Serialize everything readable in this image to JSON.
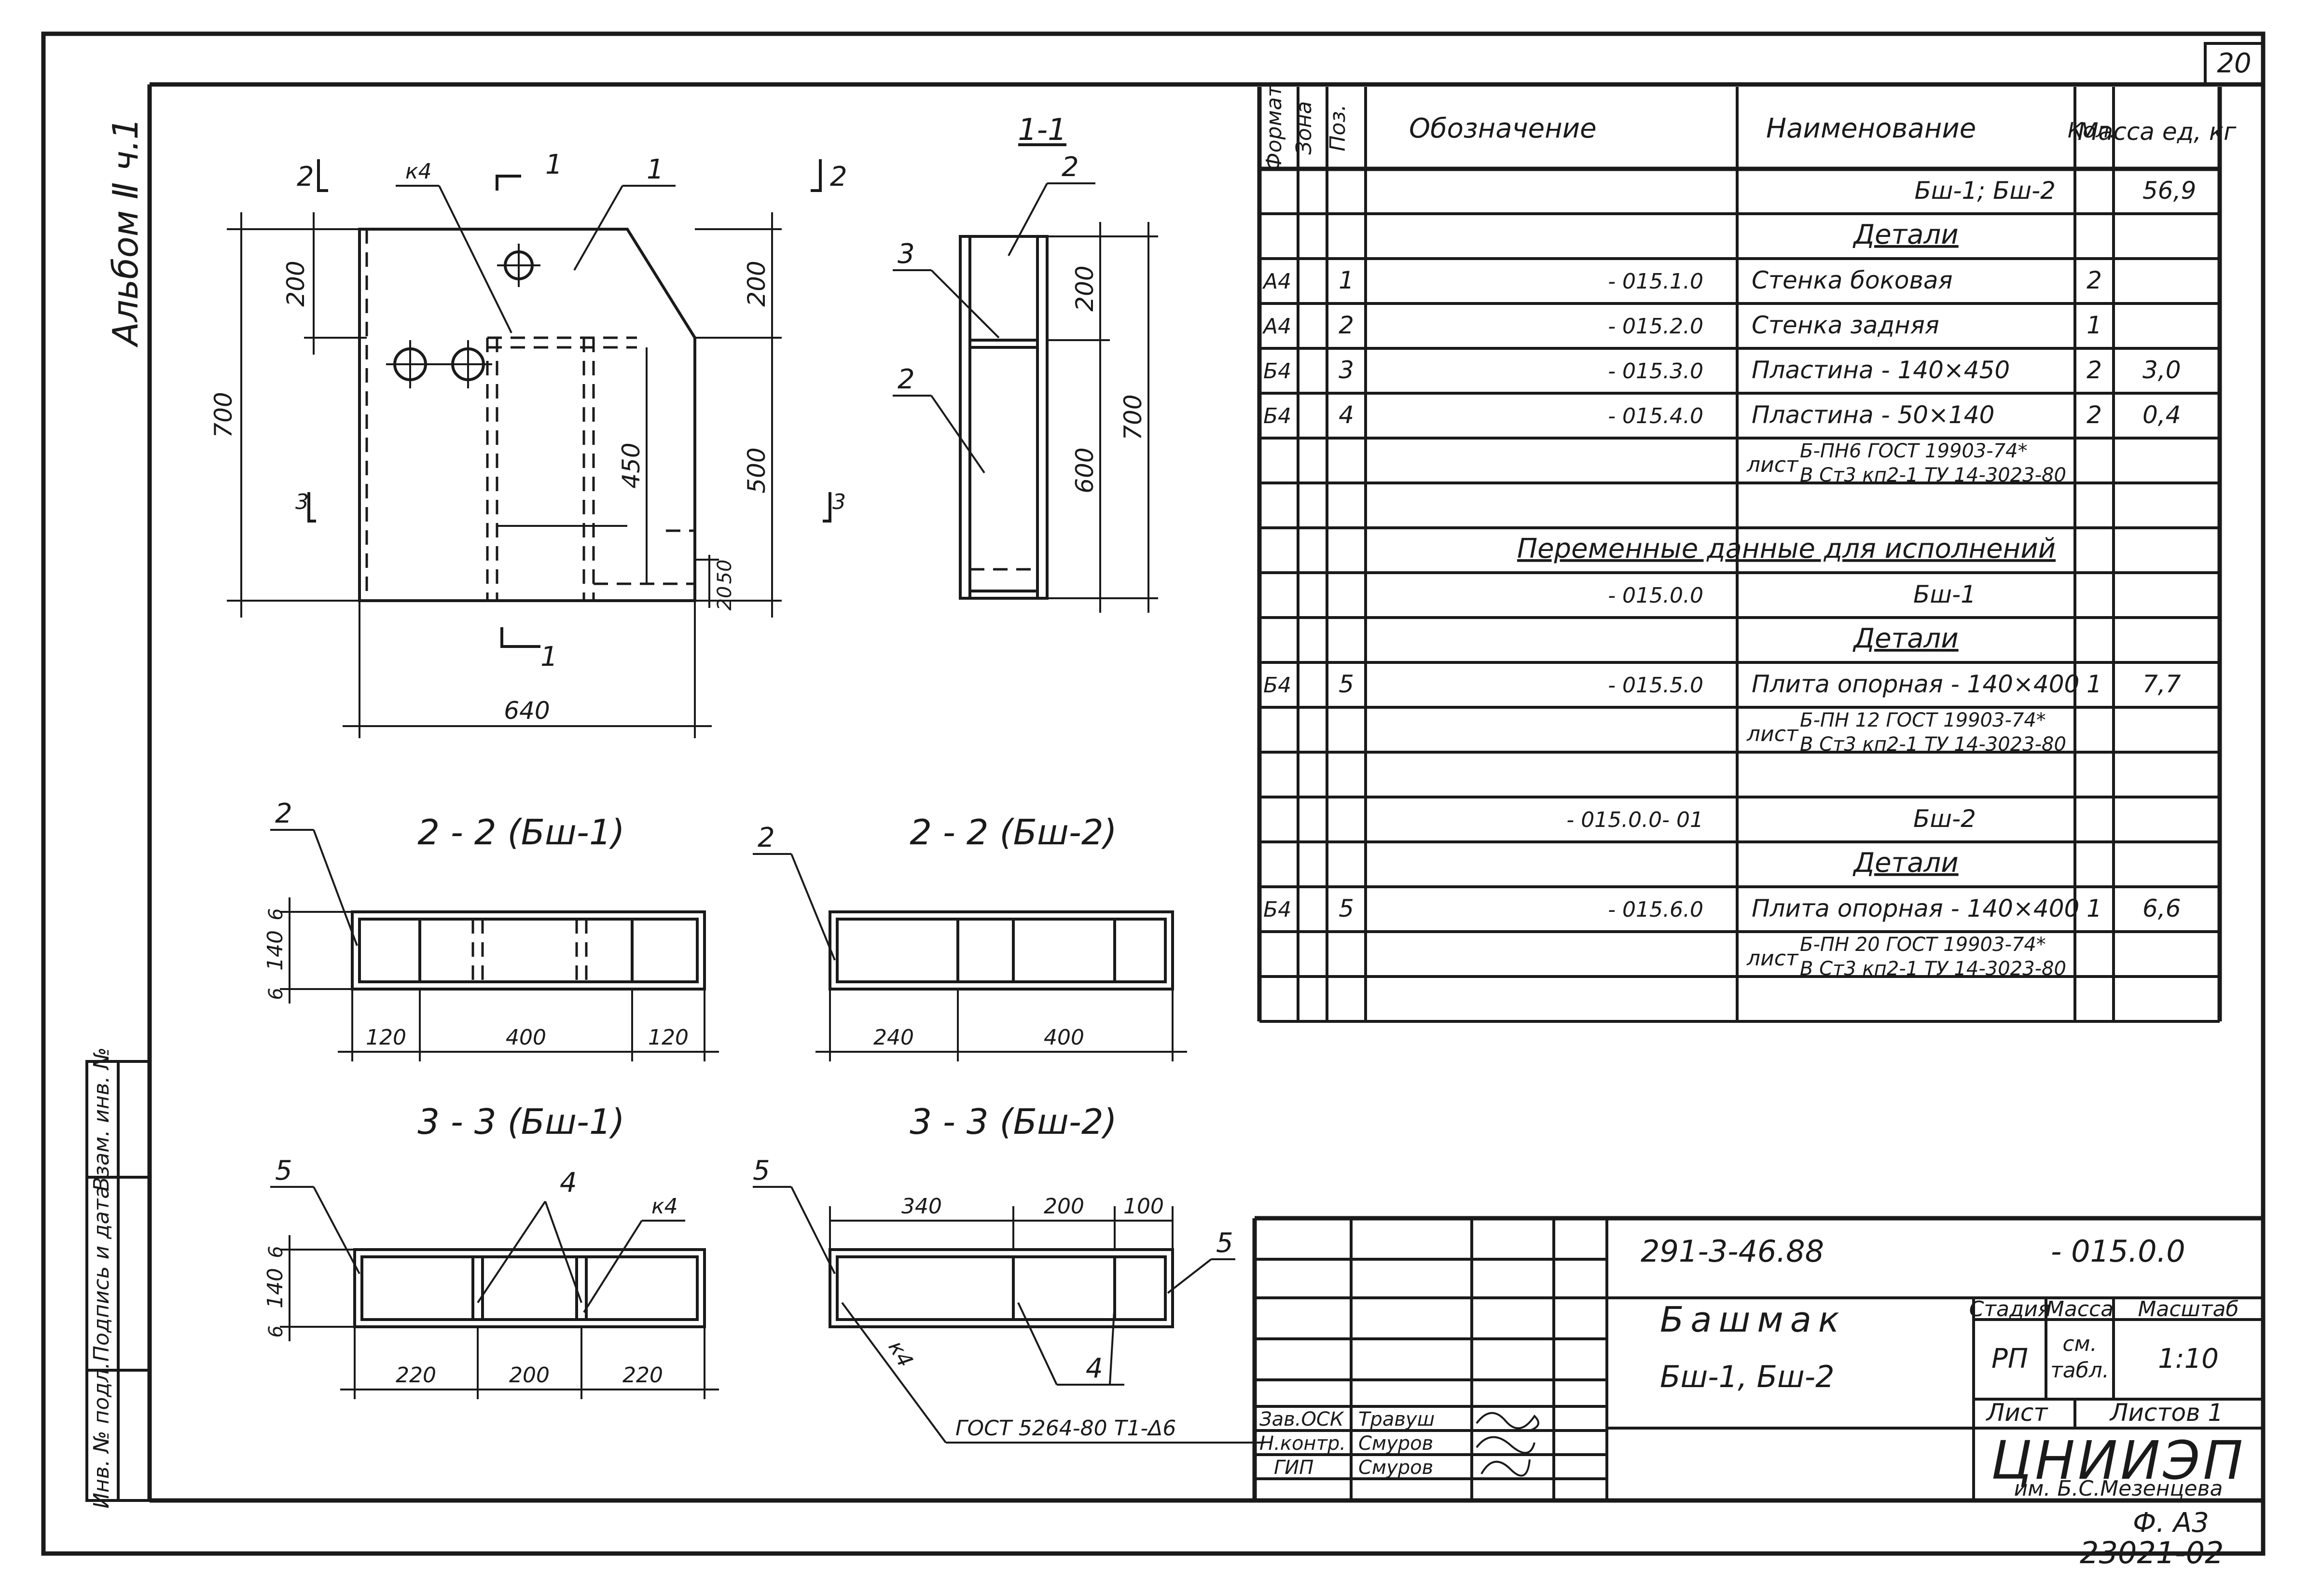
{
  "page_number": "20",
  "album_label": "Альбом Ⅱ ч.1",
  "side_stamp": {
    "inv_orig": "Инв. № подл.",
    "sign_date": "Подпись и дата",
    "replace_inv": "Взам. инв. №"
  },
  "drawing": {
    "view_1_1": "1-1",
    "section_2_2_a": "2 - 2  (Бш-1)",
    "section_2_2_b": "2 - 2  (Бш-2)",
    "section_3_3_a": "3 - 3  (Бш-1)",
    "section_3_3_b": "3 - 3  (Бш-2)",
    "dims": {
      "front_200_left": "200",
      "front_700": "700",
      "front_450": "450",
      "front_200_right": "200",
      "front_500": "500",
      "front_50": "50",
      "front_20": "20",
      "front_640": "640",
      "side_200": "200",
      "side_600": "600",
      "side_700": "700",
      "s22a_6": "6",
      "s22a_140": "140",
      "s22a_6b": "6",
      "s22a_120": "120",
      "s22a_400": "400",
      "s22a_120b": "120",
      "s22b_240": "240",
      "s22b_400": "400",
      "s33a_6": "6",
      "s33a_140": "140",
      "s33a_6b": "6",
      "s33a_220": "220",
      "s33a_200": "200",
      "s33a_220b": "220",
      "s33b_340": "340",
      "s33b_200": "200",
      "s33b_100": "100"
    },
    "labels": {
      "cut1_top": "1",
      "cut1_bottom": "1",
      "cut2_left": "2",
      "cut2_right": "2",
      "cut3_left": "3",
      "cut3_right": "3",
      "pos1": "1",
      "pos2_side": "2",
      "pos3_side": "3",
      "pos2_side_lower": "2",
      "weld_k4": "к4",
      "s22a_pos": "2",
      "s22b_pos": "2",
      "s33a_pos5": "5",
      "s33a_pos4": "4",
      "s33a_k4": "к4",
      "s33b_pos5_left": "5",
      "s33b_pos5_right": "5",
      "s33b_pos4": "4",
      "s33b_k4": "к4"
    },
    "weld_note": "ГОСТ 5264-80 Т1-Δ6"
  },
  "spec_table": {
    "headers": {
      "format": "Формат",
      "zone": "Зона",
      "pos": "Поз.",
      "designation": "Обозначение",
      "name": "Наименование",
      "qty": "Кол.",
      "mass": "Масса ед, кг"
    },
    "rows": [
      {
        "format": "",
        "pos": "",
        "designation": "",
        "name": "Бш-1;  Бш-2",
        "qty": "",
        "mass": "56,9",
        "kind": "right"
      },
      {
        "format": "",
        "pos": "",
        "designation": "",
        "name": "Детали",
        "qty": "",
        "mass": "",
        "kind": "heading"
      },
      {
        "format": "А4",
        "pos": "1",
        "designation": "- 015.1.0",
        "name": "Стенка  боковая",
        "qty": "2",
        "mass": "",
        "kind": "item"
      },
      {
        "format": "А4",
        "pos": "2",
        "designation": "- 015.2.0",
        "name": "Стенка   задняя",
        "qty": "1",
        "mass": "",
        "kind": "item"
      },
      {
        "format": "Б4",
        "pos": "3",
        "designation": "- 015.3.0",
        "name": "Пластина - 140×450",
        "qty": "2",
        "mass": "3,0",
        "kind": "item"
      },
      {
        "format": "Б4",
        "pos": "4",
        "designation": "- 015.4.0",
        "name": "Пластина - 50×140",
        "qty": "2",
        "mass": "0,4",
        "kind": "item"
      },
      {
        "format": "",
        "pos": "",
        "designation": "",
        "name": "",
        "qty": "",
        "mass": "",
        "kind": "material",
        "mat_prefix": "лист",
        "mat_top": "Б-ПН6  ГОСТ 19903-74*",
        "mat_bot": "В Ст3 кп2-1 ТУ 14-3023-80"
      },
      {
        "format": "",
        "pos": "",
        "designation": "",
        "name": "",
        "qty": "",
        "mass": "",
        "kind": "blank"
      },
      {
        "format": "",
        "pos": "",
        "designation": "",
        "name": "Переменные данные для исполнений",
        "qty": "",
        "mass": "",
        "kind": "span"
      },
      {
        "format": "",
        "pos": "",
        "designation": "- 015.0.0",
        "name": "Бш-1",
        "qty": "",
        "mass": "",
        "kind": "center"
      },
      {
        "format": "",
        "pos": "",
        "designation": "",
        "name": "Детали",
        "qty": "",
        "mass": "",
        "kind": "heading"
      },
      {
        "format": "Б4",
        "pos": "5",
        "designation": "- 015.5.0",
        "name": "Плита опорная - 140×400",
        "qty": "1",
        "mass": "7,7",
        "kind": "item"
      },
      {
        "format": "",
        "pos": "",
        "designation": "",
        "name": "",
        "qty": "",
        "mass": "",
        "kind": "material",
        "mat_prefix": "лист",
        "mat_top": "Б-ПН 12  ГОСТ 19903-74*",
        "mat_bot": "В Ст3 кп2-1 ТУ 14-3023-80"
      },
      {
        "format": "",
        "pos": "",
        "designation": "",
        "name": "",
        "qty": "",
        "mass": "",
        "kind": "blank"
      },
      {
        "format": "",
        "pos": "",
        "designation": "- 015.0.0- 01",
        "name": "Бш-2",
        "qty": "",
        "mass": "",
        "kind": "center"
      },
      {
        "format": "",
        "pos": "",
        "designation": "",
        "name": "Детали",
        "qty": "",
        "mass": "",
        "kind": "heading"
      },
      {
        "format": "Б4",
        "pos": "5",
        "designation": "- 015.6.0",
        "name": "Плита опорная - 140×400",
        "qty": "1",
        "mass": "6,6",
        "kind": "item"
      },
      {
        "format": "",
        "pos": "",
        "designation": "",
        "name": "",
        "qty": "",
        "mass": "",
        "kind": "material",
        "mat_prefix": "лист",
        "mat_top": "Б-ПН 20  ГОСТ 19903-74*",
        "mat_bot": "В Ст3 кп2-1 ТУ 14-3023-80"
      },
      {
        "format": "",
        "pos": "",
        "designation": "",
        "name": "",
        "qty": "",
        "mass": "",
        "kind": "blank"
      }
    ]
  },
  "title_block": {
    "doc_code": "291-3-46.88",
    "doc_suffix": "- 015.0.0",
    "title_line1": "Башмак",
    "title_line2": "Бш-1,   Бш-2",
    "stage_header": "Стадия",
    "mass_header": "Масса",
    "scale_header": "Масштаб",
    "stage": "РП",
    "mass_value_1": "см.",
    "mass_value_2": "табл.",
    "scale": "1:10",
    "sheet_label": "Лист",
    "sheets_label": "Листов 1",
    "org_name": "ЦНИИЭП",
    "org_sub": "им. Б.С.Мезенцева",
    "staff": [
      {
        "role": "Зав.ОСК",
        "name": "Травуш"
      },
      {
        "role": "Н.контр.",
        "name": "Смуров"
      },
      {
        "role": "ГИП",
        "name": "Смуров"
      }
    ]
  },
  "footer": {
    "format": "Ф. А3",
    "number": "23021-02"
  }
}
